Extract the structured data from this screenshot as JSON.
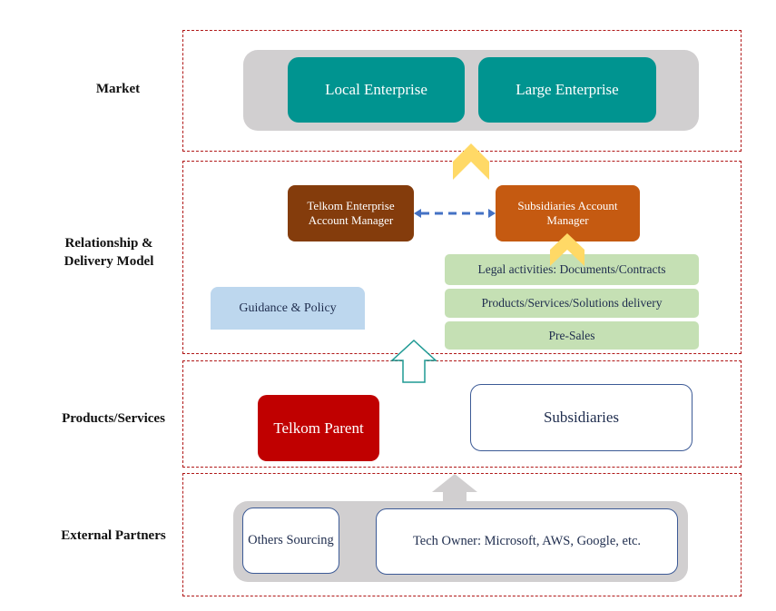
{
  "rows": {
    "market": "Market",
    "relationship_line1": "Relationship &",
    "relationship_line2": "Delivery Model",
    "products": "Products/Services",
    "partners": "External Partners"
  },
  "market": {
    "local": "Local Enterprise",
    "large": "Large Enterprise"
  },
  "relationship": {
    "telkom_am_line1": "Telkom Enterprise",
    "telkom_am_line2": "Account Manager",
    "subs_am_line1": "Subsidiaries Account",
    "subs_am_line2": "Manager",
    "guidance": "Guidance & Policy",
    "activities": [
      "Legal activities: Documents/Contracts",
      "Products/Services/Solutions delivery",
      "Pre-Sales"
    ]
  },
  "products": {
    "parent": "Telkom Parent",
    "subsidiaries": "Subsidiaries"
  },
  "partners": {
    "others": "Others Sourcing",
    "tech_owner": "Tech Owner: Microsoft, AWS, Google, etc."
  },
  "colors": {
    "band_border": "#b01717",
    "market_box": "#009490",
    "telkom_am": "#843c0c",
    "subs_am": "#c55a11",
    "activity": "#c5e0b4",
    "guidance": "#bdd7ee",
    "telkom_parent": "#c00000",
    "chevron": "#ffd966",
    "connector": "#4472c4"
  }
}
